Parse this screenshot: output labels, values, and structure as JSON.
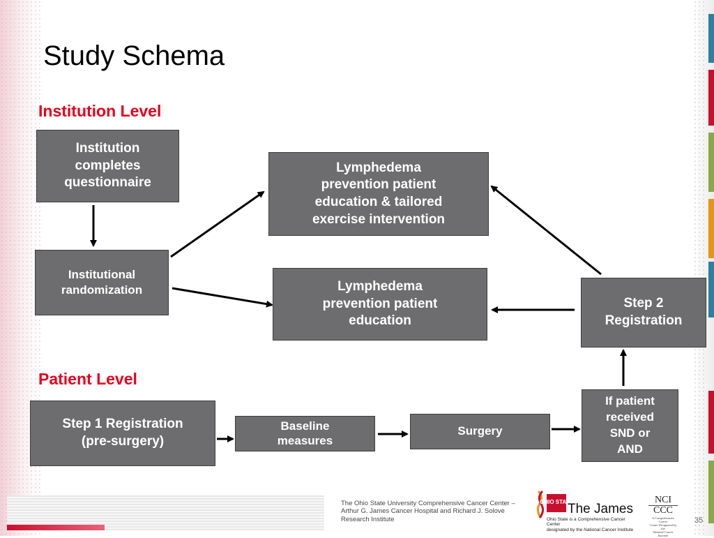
{
  "slide": {
    "title": "Study Schema",
    "page_number": "35"
  },
  "sections": {
    "institution": "Institution Level",
    "patient": "Patient Level"
  },
  "nodes": {
    "questionnaire": "Institution\ncompletes\nquestionnaire",
    "randomization": "Institutional\nrandomization",
    "tailored_exercise": "Lymphedema\nprevention patient\neducation & tailored\nexercise intervention",
    "education": "Lymphedema\nprevention patient\neducation",
    "step2": "Step 2\nRegistration",
    "step1": "Step 1 Registration\n(pre-surgery)",
    "baseline": "Baseline\nmeasures",
    "surgery": "Surgery",
    "snd": "If patient\nreceived\nSND or\nAND"
  },
  "footer": {
    "institution_text": "The Ohio State University Comprehensive Cancer Center –\nArthur G. James Cancer Hospital and Richard J. Solove\nResearch Institute",
    "logo_name": "The James",
    "logo_subtext": "Ohio State is a Comprehensive Cancer Center\ndesignated by the National Cancer Institute",
    "osu_logo_text": "OHIO STATE",
    "nci_top": "NCI",
    "nci_bottom": "CCC",
    "nci_subtext": "A Comprehensive Cancer\nCenter Designated by the\nNational Cancer Institute"
  },
  "colors": {
    "box_fill": "#6d6d6f",
    "section_heading": "#e8001c",
    "accent_red": "#c8102e"
  }
}
